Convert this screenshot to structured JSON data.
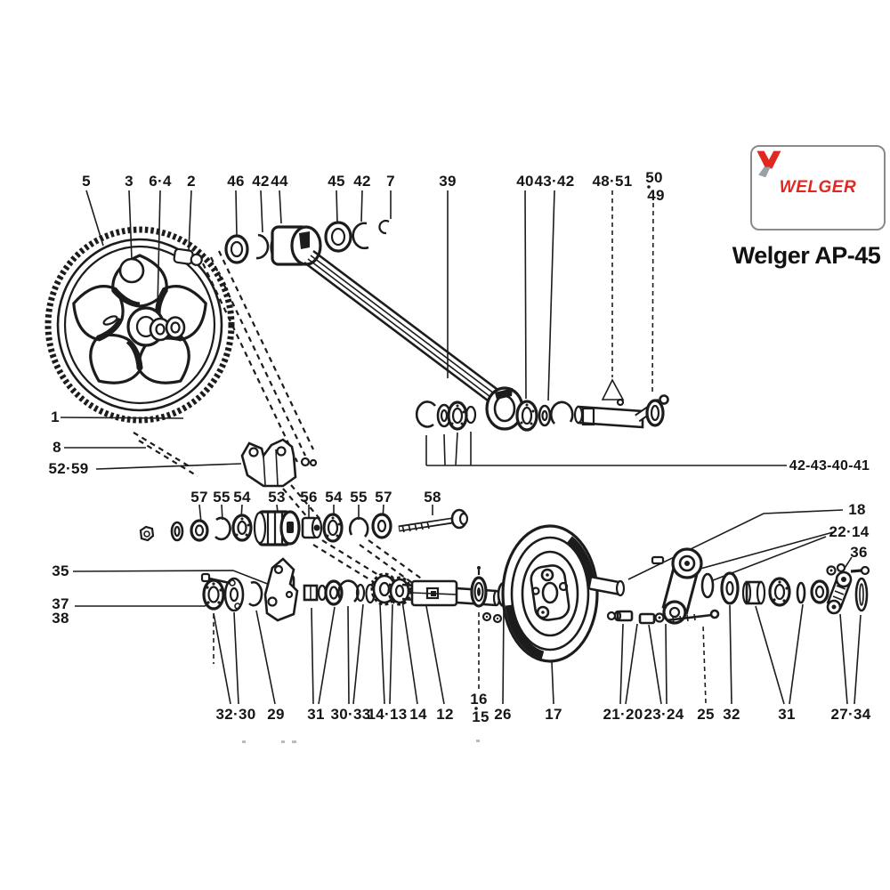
{
  "page": {
    "model": "Welger AP-45",
    "background": "#ffffff",
    "ink_color": "#1c1c1c"
  },
  "logo": {
    "brand": "WELGER",
    "accent_color": "#e02822",
    "gray_color": "#9aa0a4",
    "symbol_icon": "welger-v-mark"
  },
  "diagram": {
    "callouts": [
      "5",
      "3",
      "6·4",
      "2",
      "46",
      "42",
      "44",
      "45",
      "42",
      "7",
      "39",
      "40",
      "43·42",
      "48·51",
      "50",
      "49",
      "1",
      "8",
      "52·59",
      "57",
      "55",
      "54",
      "53",
      "56",
      "54",
      "55",
      "57",
      "58",
      "42-43-40-41",
      "18",
      "22·14",
      "36",
      "35",
      "37",
      "38",
      "32·30",
      "29",
      "31",
      "30·33",
      "14·13",
      "14",
      "12",
      "16",
      "15",
      "26",
      "17",
      "21·20",
      "23·24",
      "25",
      "32",
      "31",
      "27·34"
    ]
  }
}
